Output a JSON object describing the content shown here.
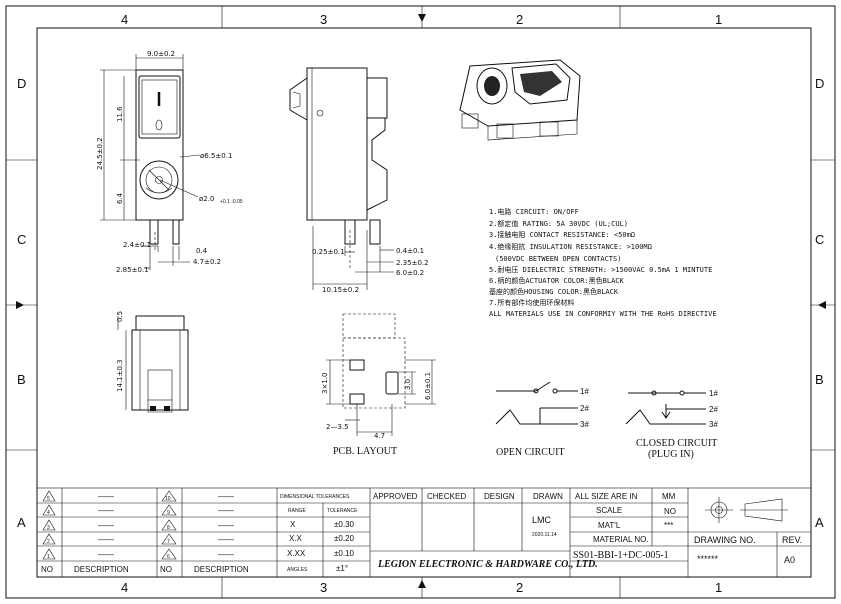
{
  "zones": {
    "columns": [
      "4",
      "3",
      "2",
      "1"
    ],
    "rows": [
      "D",
      "C",
      "B",
      "A"
    ]
  },
  "dimensions": {
    "width": "9.0±0.2",
    "height": "24.5±0.2",
    "upper": "11.6",
    "lower": "6.4",
    "hole": "ø6.5±0.1",
    "pin": "ø2.0",
    "pin_tol": "+0.1\n-0.05",
    "d24": "2.4±0.1",
    "d04": "0.4",
    "d47": "4.7±0.2",
    "d285": "2.85±0.1",
    "s025": "0.25±0.1",
    "s04": "0.4±0.1",
    "s235": "2.35±0.2",
    "s60": "6.0±0.2",
    "s1015": "10.15±0.2",
    "b05": "0.5",
    "b141": "14.1±0.3",
    "p3x1": "3×1.0",
    "p30": "3.0",
    "p60": "6.0±0.1",
    "p235": "2—3.5",
    "p47": "4.7"
  },
  "notes": [
    "1.电路 CIRCUIT: ON/OFF",
    "2.额定值 RATING: 5A 30VDC (UL;CUL)",
    "3.接触电阻 CONTACT RESISTANCE: <50mΩ",
    "4.绝缘阻抗 INSULATION RESISTANCE: >100MΩ",
    "(500VDC BETWEEN OPEN CONTACTS)",
    "5.耐电压 DIELECTRIC STRENGTH: >1500VAC 0.5mA 1 MINTUTE",
    "6.柄的颜色ACTUATOR COLOR:黑色BLACK",
    "  基座的颜色HOUSING COLOR:黑色BLACK",
    "7.所有部件均使用环保材料",
    "  ALL MATERIALS USE IN CONFORMIY  WITH THE RoHS DIRECTIVE"
  ],
  "labels": {
    "pcb": "PCB. LAYOUT",
    "open": "OPEN CIRCUIT",
    "closed": "CLOSED CIRCUIT",
    "plug": "(PLUG IN)",
    "pin1": "1#",
    "pin2": "2#",
    "pin3": "3#"
  },
  "revisions": {
    "left": [
      "5",
      "4",
      "3",
      "2",
      "1"
    ],
    "right": [
      "10",
      "9",
      "8",
      "7",
      "6"
    ],
    "dash": "——",
    "no": "NO",
    "desc": "DESCRIPTION"
  },
  "tolerances": {
    "title": "DIMENSIONAL TOLERANCES",
    "range": "RANGE",
    "tol": "TOLERANCE",
    "rows": [
      [
        "X",
        "±0.30"
      ],
      [
        "X.X",
        "±0.20"
      ],
      [
        "X.XX",
        "±0.10"
      ],
      [
        "ANGLES",
        "±1°"
      ]
    ]
  },
  "signoff": {
    "approved": "APPROVED",
    "checked": "CHECKED",
    "design": "DESIGN",
    "drawn": "DRAWN",
    "drawer": "LMC",
    "date": "2020.11.14",
    "company": "LEGION ELECTRONIC & HARDWARE CO., LTD."
  },
  "info": {
    "all_size": "ALL SIZE ARE IN",
    "mm": "MM",
    "scale": "SCALE",
    "scale_v": "NO",
    "mat": "MAT'L",
    "mat_v": "***",
    "matno": "MATERIAL NO.",
    "part": "SS01-BBI-1+DC-005-1",
    "drawing": "DRAWING NO.",
    "drawing_v": "******",
    "rev": "REV.",
    "rev_v": "A0"
  }
}
